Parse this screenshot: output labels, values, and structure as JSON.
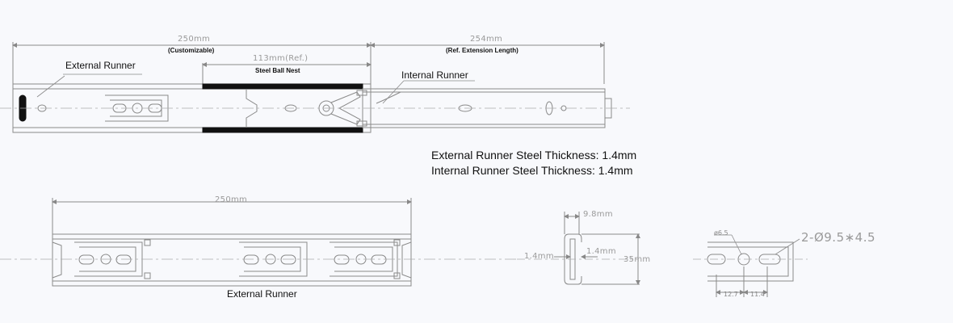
{
  "top_view": {
    "overall_dim": "250mm",
    "overall_note": "(Customizable)",
    "ext_dim": "254mm",
    "ext_note": "(Ref. Extension Length)",
    "ball_dim": "113mm(Ref.)",
    "ball_label": "Steel Ball Nest",
    "external_runner_label": "External Runner",
    "internal_runner_label": "Internal Runner"
  },
  "specs": {
    "external_thickness": "External Runner Steel Thickness: 1.4mm",
    "internal_thickness": "Internal Runner Steel Thickness: 1.4mm"
  },
  "bottom_view": {
    "dim": "250mm",
    "label": "External Runner"
  },
  "section": {
    "width": "9.8mm",
    "thick_left": "1.4mm",
    "thick_right": "1.4mm",
    "height": "35mm"
  },
  "hole_detail": {
    "dia": "ø6.5",
    "slot": "2-Ø9.5∗4.5",
    "pitch1": "12.7",
    "pitch2": "11.4"
  },
  "colors": {
    "line": "#8a8a8a",
    "dark": "#111111",
    "centerline": "#aaaaaa"
  }
}
